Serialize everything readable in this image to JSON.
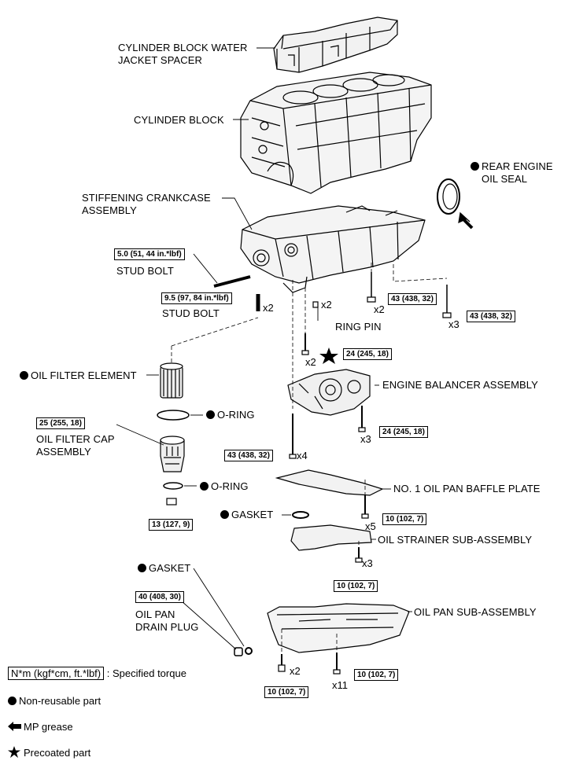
{
  "parts": {
    "water_jacket_spacer": "CYLINDER BLOCK WATER\nJACKET SPACER",
    "cylinder_block": "CYLINDER BLOCK",
    "rear_engine_oil_seal": "REAR ENGINE\nOIL SEAL",
    "stiffening_crankcase": "STIFFENING CRANKCASE\nASSEMBLY",
    "stud_bolt_1": "STUD BOLT",
    "stud_bolt_2": "STUD BOLT",
    "ring_pin": "RING PIN",
    "oil_filter_element": "OIL FILTER ELEMENT",
    "engine_balancer": "ENGINE BALANCER ASSEMBLY",
    "o_ring_1": "O-RING",
    "oil_filter_cap": "OIL FILTER CAP\nASSEMBLY",
    "o_ring_2": "O-RING",
    "baffle_plate": "NO. 1 OIL PAN BAFFLE PLATE",
    "gasket_1": "GASKET",
    "oil_strainer": "OIL STRAINER SUB-ASSEMBLY",
    "gasket_2": "GASKET",
    "drain_plug": "OIL PAN\nDRAIN PLUG",
    "oil_pan": "OIL PAN SUB-ASSEMBLY"
  },
  "torques": {
    "stud1": "5.0 (51, 44 in.*lbf)",
    "stud2": "9.5 (97, 84 in.*lbf)",
    "crank_a": "43 (438, 32)",
    "crank_b": "43 (438, 32)",
    "bal_top": "24 (245, 18)",
    "bal_side": "24 (245, 18)",
    "cap": "25 (255, 18)",
    "bal_long": "43 (438, 32)",
    "plug13": "13 (127, 9)",
    "baffle": "10 (102, 7)",
    "strainer": "10 (102, 7)",
    "drain": "40 (408, 30)",
    "pan_a": "10 (102, 7)",
    "pan_b": "10 (102, 7)"
  },
  "quantities": {
    "stud2": "x2",
    "ring_pin": "x2",
    "crank_a": "x2",
    "crank_b": "x3",
    "bal_top": "x2",
    "bal_side": "x3",
    "bal_long": "x4",
    "baffle": "x5",
    "strainer": "x3",
    "pan_a": "x2",
    "pan_b": "x11"
  },
  "legend": {
    "torque_key": "N*m (kgf*cm, ft.*lbf)",
    "torque_desc": ": Specified torque",
    "non_reusable": "Non-reusable part",
    "mp_grease": "MP grease",
    "precoated": "Precoated part"
  }
}
